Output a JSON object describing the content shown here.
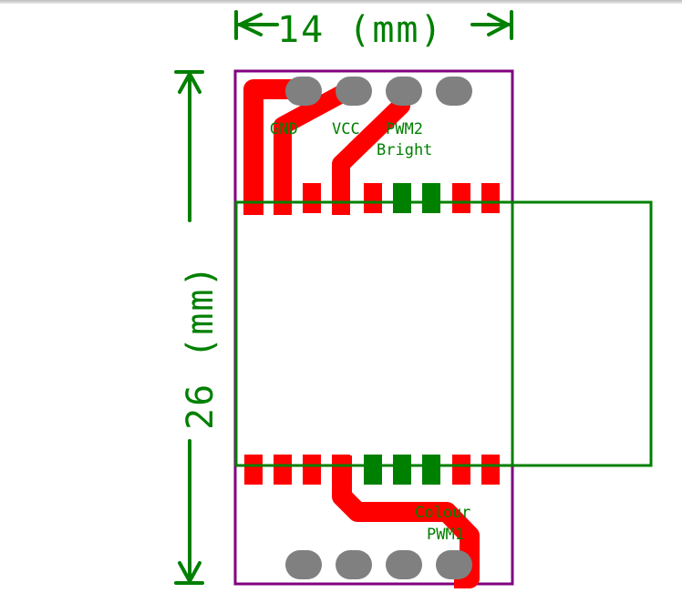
{
  "dimensions": {
    "width_label": "14 (mm)",
    "height_label": "26 (mm)"
  },
  "labels": {
    "gnd": "GND",
    "vcc": "VCC",
    "pwm2": "PWM2",
    "bright": "Bright",
    "colour": "Colour",
    "pwm1": "PWM1"
  },
  "colors": {
    "outline": "#800080",
    "copper": "#ff0000",
    "silkscreen": "#008000",
    "pad": "#808080"
  }
}
